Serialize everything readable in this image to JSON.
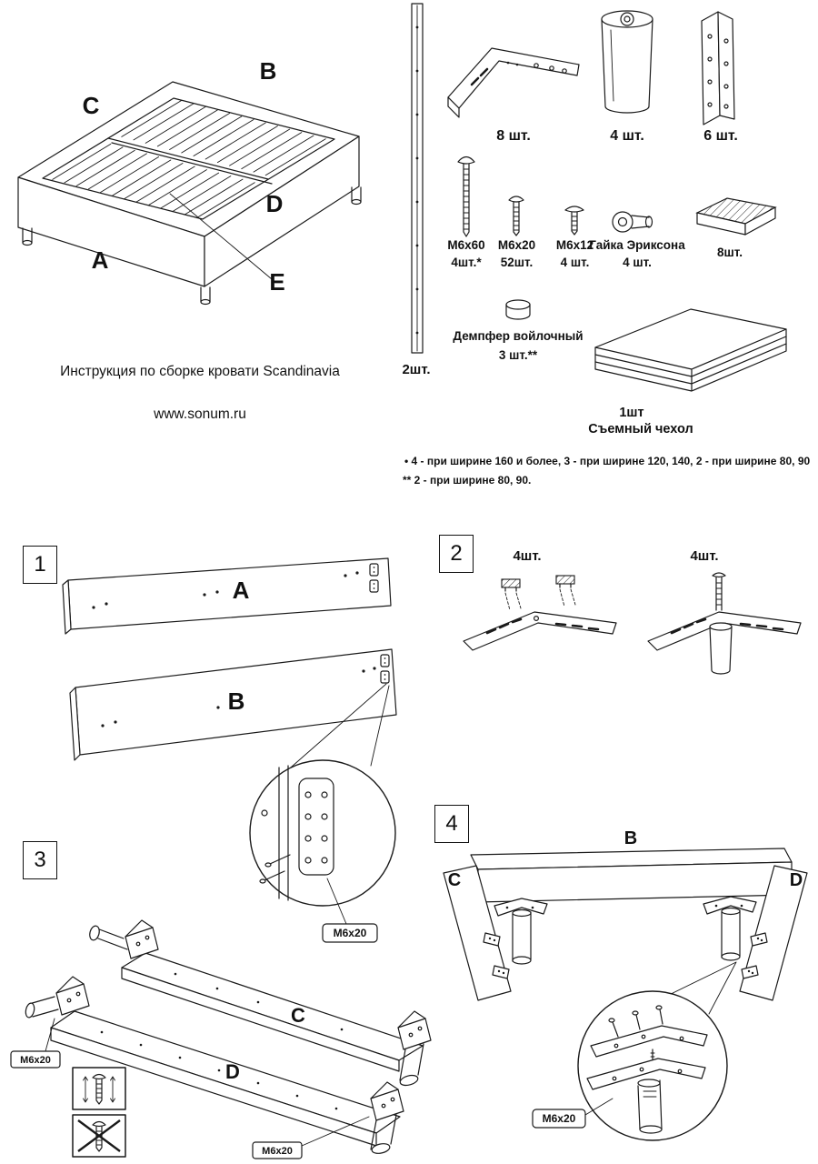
{
  "doc": {
    "title": "Инструкция по сборке кровати Scandinavia",
    "website": "www.sonum.ru",
    "note1": "•  4 - при ширине 160 и более, 3 - при ширине 120, 140, 2 - при ширине 80, 90",
    "note2": "** 2 - при ширине 80, 90."
  },
  "bed": {
    "a": "A",
    "b": "B",
    "c": "C",
    "d": "D",
    "e": "E"
  },
  "parts": {
    "rail_qty": "2шт.",
    "bracket_qty": "8 шт.",
    "leg_qty": "4 шт.",
    "angle_qty": "6 шт.",
    "m6x60_name": "М6х60",
    "m6x60_qty": "4шт.*",
    "m6x20_name": "М6х20",
    "m6x20_qty": "52шт.",
    "m6x12_name": "М6х12",
    "m6x12_qty": "4 шт.",
    "nut_name": "Гайка Эриксона",
    "nut_qty": "4 шт.",
    "pad_qty": "8шт.",
    "damper_name": "Демпфер войлочный",
    "damper_qty": "3 шт.**",
    "cover_qty": "1шт",
    "cover_name": "Съемный чехол"
  },
  "steps": {
    "s1": {
      "num": "1",
      "a": "A",
      "b": "B",
      "callout": "М6х20"
    },
    "s2": {
      "num": "2",
      "qty_left": "4шт.",
      "qty_right": "4шт."
    },
    "s3": {
      "num": "3",
      "c": "C",
      "d": "D",
      "callout_left": "М6х20",
      "callout_right": "М6х20"
    },
    "s4": {
      "num": "4",
      "b": "B",
      "c": "C",
      "d": "D",
      "callout": "М6х20"
    }
  }
}
